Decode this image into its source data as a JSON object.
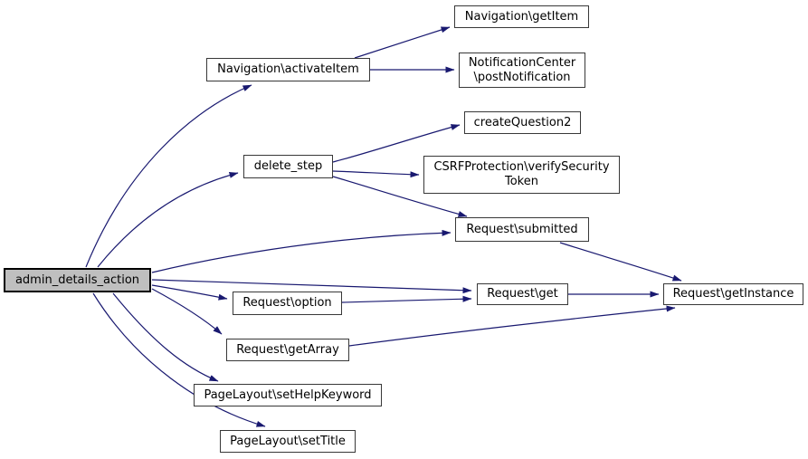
{
  "graph": {
    "type": "call-graph",
    "colors": {
      "edge": "#191970",
      "node_border": "#383838",
      "node_fill": "#ffffff",
      "highlight_fill": "#bfbfbf",
      "highlight_border": "#000000",
      "background": "#ffffff",
      "text": "#000000"
    },
    "nodes": {
      "admin_details_action": {
        "label": "admin_details_action",
        "highlighted": true
      },
      "navigation_activateitem": {
        "label": "Navigation\\activateItem"
      },
      "navigation_getitem": {
        "label": "Navigation\\getItem"
      },
      "notificationcenter_postnotification": {
        "label": "NotificationCenter\n\\postNotification"
      },
      "delete_step": {
        "label": "delete_step"
      },
      "createquestion2": {
        "label": "createQuestion2"
      },
      "csrfprotection_verifysecuritytoken": {
        "label": "CSRFProtection\\verifySecurity\nToken"
      },
      "request_submitted": {
        "label": "Request\\submitted"
      },
      "request_get": {
        "label": "Request\\get"
      },
      "request_getinstance": {
        "label": "Request\\getInstance"
      },
      "request_option": {
        "label": "Request\\option"
      },
      "request_getarray": {
        "label": "Request\\getArray"
      },
      "pagelayout_sethelpkeyword": {
        "label": "PageLayout\\setHelpKeyword"
      },
      "pagelayout_settitle": {
        "label": "PageLayout\\setTitle"
      }
    },
    "edges": [
      {
        "from": "admin_details_action",
        "to": "navigation_activateitem"
      },
      {
        "from": "admin_details_action",
        "to": "delete_step"
      },
      {
        "from": "admin_details_action",
        "to": "request_submitted"
      },
      {
        "from": "admin_details_action",
        "to": "request_get"
      },
      {
        "from": "admin_details_action",
        "to": "request_option"
      },
      {
        "from": "admin_details_action",
        "to": "request_getarray"
      },
      {
        "from": "admin_details_action",
        "to": "pagelayout_sethelpkeyword"
      },
      {
        "from": "admin_details_action",
        "to": "pagelayout_settitle"
      },
      {
        "from": "navigation_activateitem",
        "to": "navigation_getitem"
      },
      {
        "from": "navigation_activateitem",
        "to": "notificationcenter_postnotification"
      },
      {
        "from": "delete_step",
        "to": "createquestion2"
      },
      {
        "from": "delete_step",
        "to": "csrfprotection_verifysecuritytoken"
      },
      {
        "from": "delete_step",
        "to": "request_submitted"
      },
      {
        "from": "request_submitted",
        "to": "request_getinstance"
      },
      {
        "from": "request_option",
        "to": "request_get"
      },
      {
        "from": "request_get",
        "to": "request_getinstance"
      },
      {
        "from": "request_getarray",
        "to": "request_getinstance"
      }
    ]
  }
}
